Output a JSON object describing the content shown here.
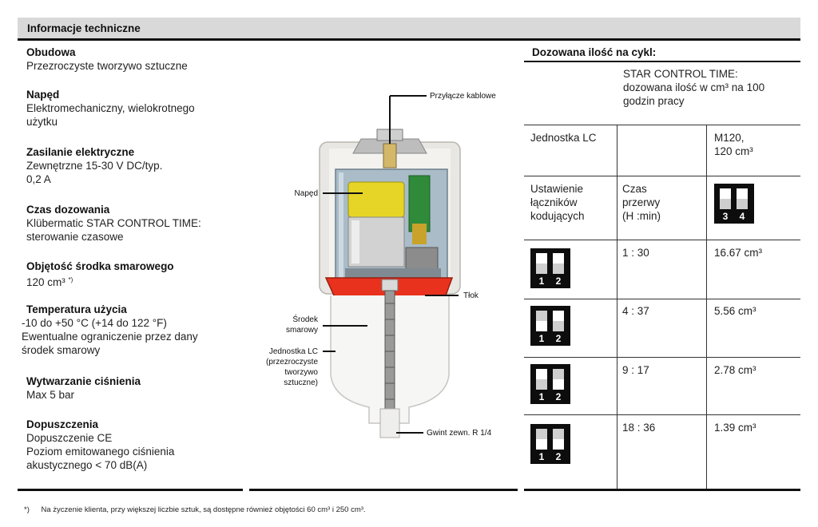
{
  "header": {
    "title": "Informacje techniczne"
  },
  "specs": [
    {
      "title": "Obudowa",
      "body": "Przezroczyste tworzywo sztuczne"
    },
    {
      "title": "Napęd",
      "body": "Elektromechaniczny, wielokrotnego\nużytku"
    },
    {
      "title": "Zasilanie elektryczne",
      "body": "Zewnętrzne 15-30 V DC/typ.\n0,2 A"
    },
    {
      "title": "Czas dozowania",
      "body": "Klübermatic STAR CONTROL TIME:\nsterowanie czasowe"
    },
    {
      "title": "Objętość środka smarowego",
      "body": "120 cm³",
      "note": "*)"
    },
    {
      "title": "Temperatura użycia",
      "body": "-10 do +50 °C (+14 do 122 °F)\nEwentualne ograniczenie przez dany\nśrodek smarowy"
    },
    {
      "title": "Wytwarzanie ciśnienia",
      "body": "Max 5 bar"
    },
    {
      "title": "Dopuszczenia",
      "body": "Dopuszczenie CE\nPoziom emitowanego ciśnienia\nakustycznego < 70 dB(A)"
    }
  ],
  "diagram": {
    "labels": {
      "cable": "Przyłącze kablowe",
      "drive": "Napęd",
      "piston": "Tłok",
      "lubricant": "Środek\nsmarowy",
      "lc_unit": "Jednostka LC\n(przezroczyste\ntworzywo\nsztuczne)",
      "thread": "Gwint zewn. R 1/4"
    },
    "colors": {
      "motor": "#e6d526",
      "piston": "#e8321e",
      "casing": "#9fb3bf",
      "board": "#2f8a3a"
    }
  },
  "table": {
    "title": "Dozowana ilość na cykl:",
    "intro": "STAR CONTROL TIME:\ndozowana ilość w cm³ na 100\ngodzin pracy",
    "unit_row": {
      "label": "Jednostka LC",
      "value": "M120,\n120 cm³"
    },
    "header_row": {
      "col1": "Ustawienie\nłączników\nkodujących",
      "col2": "Czas\nprzerwy\n(H :min)",
      "dip": {
        "numbers": [
          "3",
          "4"
        ],
        "switch_states": [
          "up",
          "up"
        ]
      }
    },
    "rows": [
      {
        "time": "1 : 30",
        "volume": "16.67 cm³",
        "dip": {
          "numbers": [
            "1",
            "2"
          ],
          "switch_states": [
            "up",
            "up"
          ]
        }
      },
      {
        "time": "4 : 37",
        "volume": "5.56 cm³",
        "dip": {
          "numbers": [
            "1",
            "2"
          ],
          "switch_states": [
            "down",
            "up"
          ]
        }
      },
      {
        "time": "9 : 17",
        "volume": "2.78 cm³",
        "dip": {
          "numbers": [
            "1",
            "2"
          ],
          "switch_states": [
            "up",
            "down"
          ]
        }
      },
      {
        "time": "18 : 36",
        "volume": "1.39 cm³",
        "dip": {
          "numbers": [
            "1",
            "2"
          ],
          "switch_states": [
            "down",
            "down"
          ]
        }
      }
    ]
  },
  "footnote": {
    "marker": "*)",
    "text": "Na życzenie klienta, przy większej liczbie sztuk, są dostępne również objętości 60 cm³ i 250 cm³."
  }
}
